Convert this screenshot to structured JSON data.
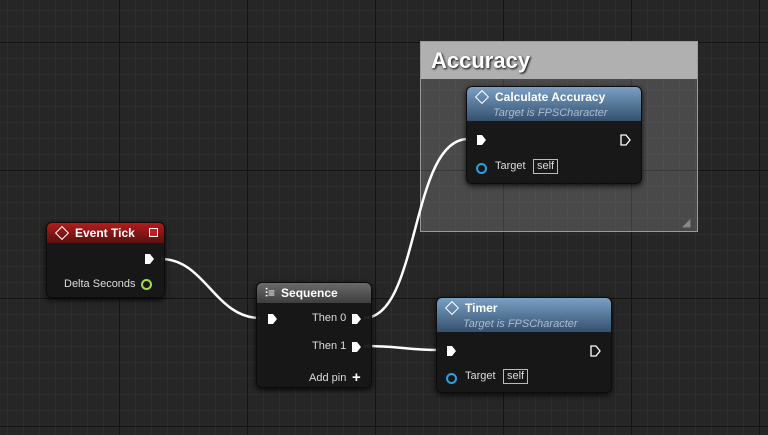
{
  "comment": {
    "title": "Accuracy"
  },
  "nodes": {
    "event_tick": {
      "title": "Event Tick",
      "delta_label": "Delta Seconds",
      "icon": "event-diamond-icon",
      "color": "#b41c1c"
    },
    "sequence": {
      "title": "Sequence",
      "then0": "Then 0",
      "then1": "Then 1",
      "add_pin": "Add pin",
      "icon": "sequence-icon"
    },
    "calc_accuracy": {
      "title": "Calculate Accuracy",
      "subtitle": "Target is FPSCharacter",
      "target_label": "Target",
      "target_value": "self",
      "color": "#5a7fa4"
    },
    "timer": {
      "title": "Timer",
      "subtitle": "Target is FPSCharacter",
      "target_label": "Target",
      "target_value": "self",
      "color": "#5a7fa4"
    }
  },
  "colors": {
    "exec_wire": "#ffffff",
    "object_pin": "#2aa0e0",
    "float_pin": "#9fe04a",
    "comment_header": "#b0b0b0"
  }
}
